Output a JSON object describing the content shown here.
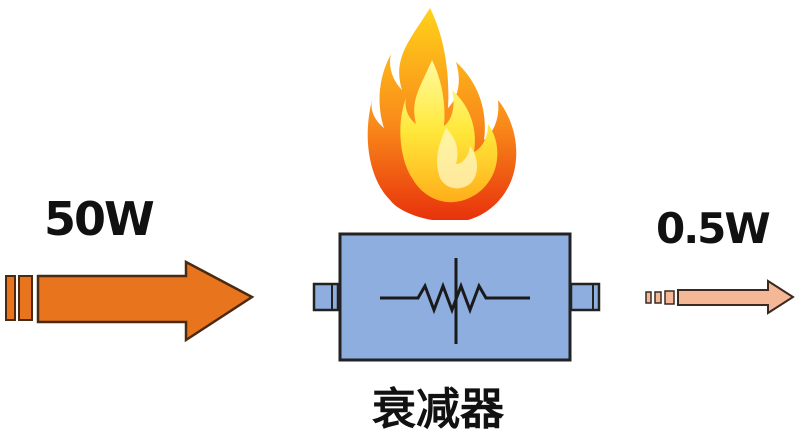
{
  "input": {
    "power": "50W"
  },
  "output": {
    "power": "0.5W"
  },
  "device": {
    "name": "衰减器"
  },
  "icons": {
    "heat": "flame-icon",
    "component": "resistor-symbol"
  },
  "colors": {
    "input_arrow": "#e8741d",
    "output_arrow": "#f5b896",
    "device_body": "#8eaee0",
    "device_border": "#222222",
    "flame_outer": "#f5801a",
    "flame_inner": "#fff04a"
  }
}
